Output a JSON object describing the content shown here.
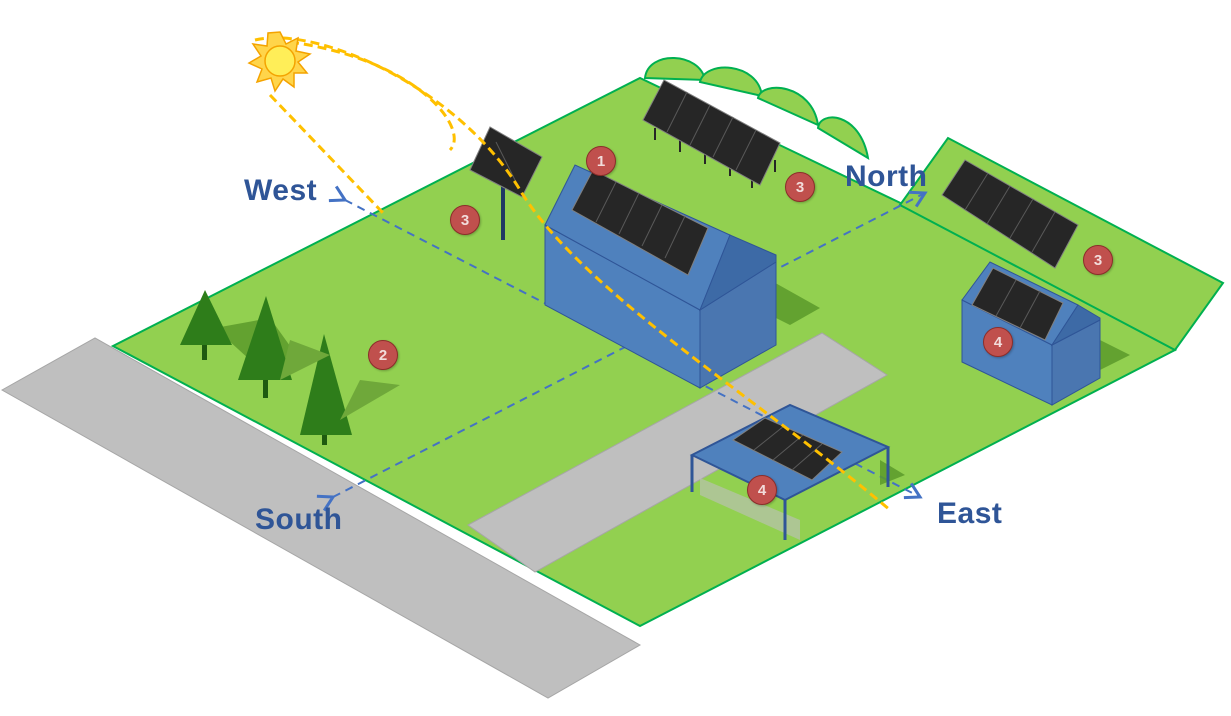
{
  "directions": {
    "west": "West",
    "north": "North",
    "south": "South",
    "east": "East"
  },
  "badges": {
    "house_roof": "1",
    "trees": "2",
    "pole_mount": "3",
    "ground_array": "3",
    "north_field": "3",
    "shed": "4",
    "carport": "4"
  },
  "colors": {
    "grass": "#92d050",
    "grass_edge": "#00b050",
    "road": "#bfbfbf",
    "building": "#4f81bd",
    "panel": "#262626",
    "sun": "#ffc000",
    "direction_text": "#2f5597",
    "badge": "#c0504d",
    "tree": "#2e7d1a"
  },
  "icons": [
    "sun-icon",
    "tree-icon",
    "solar-panel-icon",
    "house-icon",
    "shed-icon",
    "carport-icon"
  ]
}
